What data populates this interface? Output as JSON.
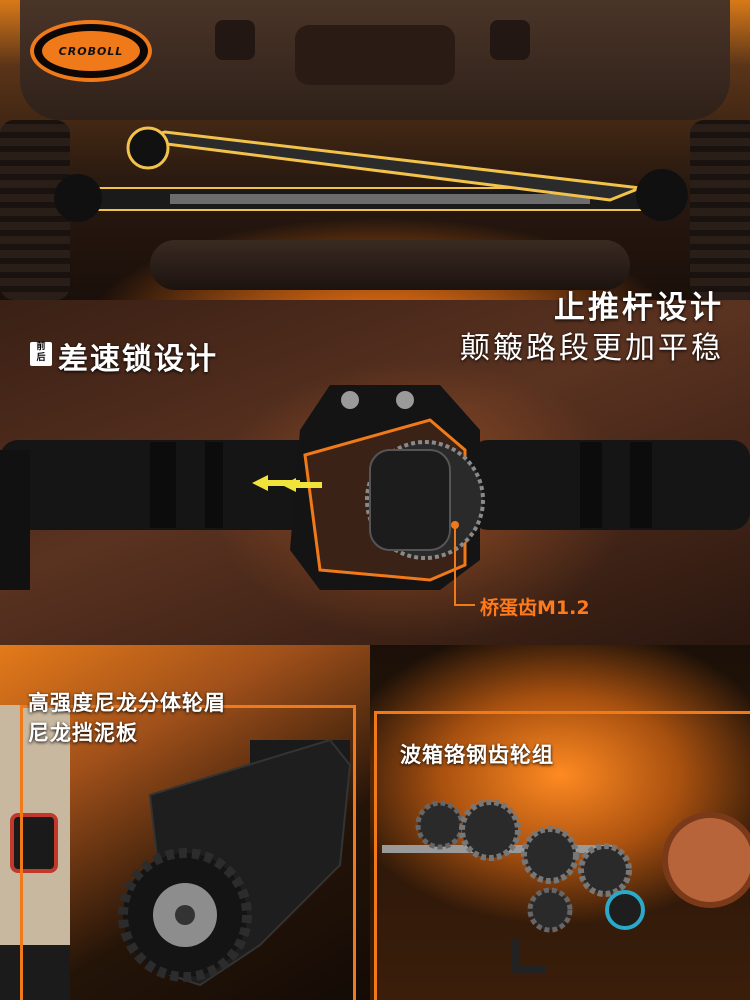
{
  "brand": {
    "logo_text": "CROBOLL",
    "accent_color": "#f07a1a"
  },
  "top_section": {
    "title": "止推杆设计",
    "subtitle": "颠簸路段更加平稳"
  },
  "middle_section": {
    "prefix_badge_top": "前",
    "prefix_badge_bottom": "后",
    "title": "差速锁设计",
    "gear_label": "桥蛋齿M1.2"
  },
  "bottom_left": {
    "line1": "高强度尼龙分体轮眉",
    "line2": "尼龙挡泥板"
  },
  "bottom_right": {
    "title": "波箱铬钢齿轮组"
  }
}
